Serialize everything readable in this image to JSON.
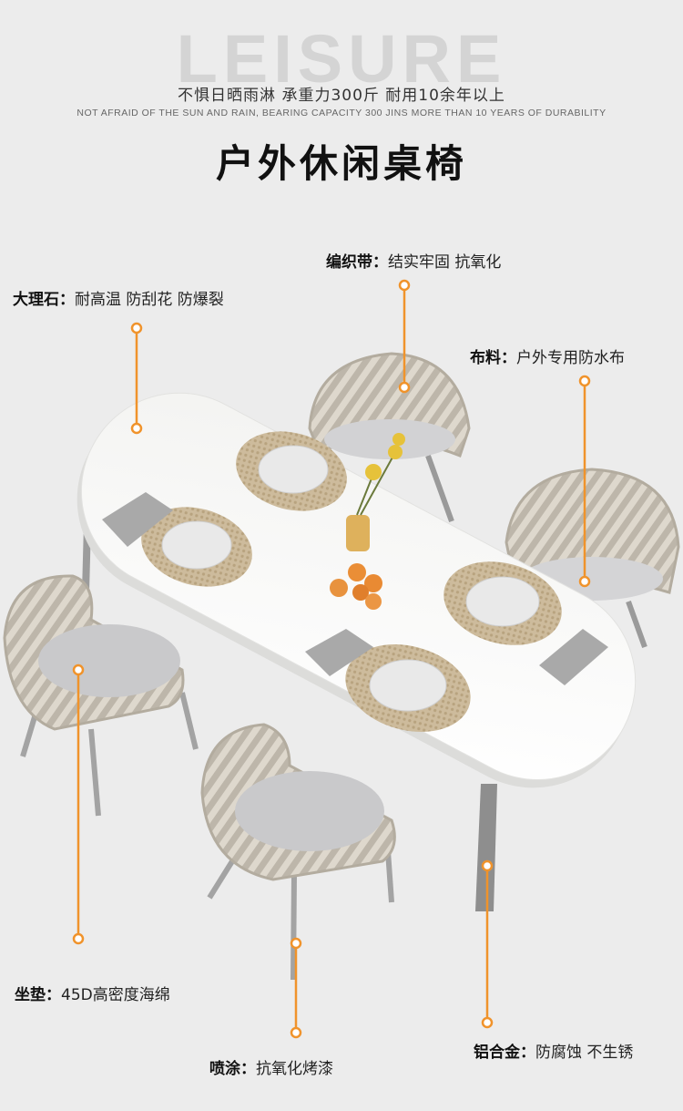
{
  "header": {
    "hero_word": "LEISURE",
    "tagline_cn": "不惧日晒雨淋  承重力300斤 耐用10余年以上",
    "tagline_en": "NOT AFRAID OF THE SUN AND RAIN, BEARING CAPACITY 300 JINS MORE THAN 10 YEARS OF DURABILITY",
    "title": "户外休闲桌椅"
  },
  "callouts": {
    "marble": {
      "label": "大理石：",
      "desc": "耐高温 防刮花 防爆裂"
    },
    "strap": {
      "label": "编织带：",
      "desc": "结实牢固 抗氧化"
    },
    "fabric": {
      "label": "布料：",
      "desc": "户外专用防水布"
    },
    "cushion": {
      "label": "坐垫：",
      "desc": "45D高密度海绵"
    },
    "coating": {
      "label": "喷涂：",
      "desc": "抗氧化烤漆"
    },
    "aluminum": {
      "label": "铝合金：",
      "desc": "防腐蚀 不生锈"
    }
  },
  "colors": {
    "accent": "#f0932b",
    "background": "#ececec",
    "tabletop": "#f7f7f5",
    "rattan": "#cfc8bc",
    "cushion": "#c9c9cb"
  }
}
